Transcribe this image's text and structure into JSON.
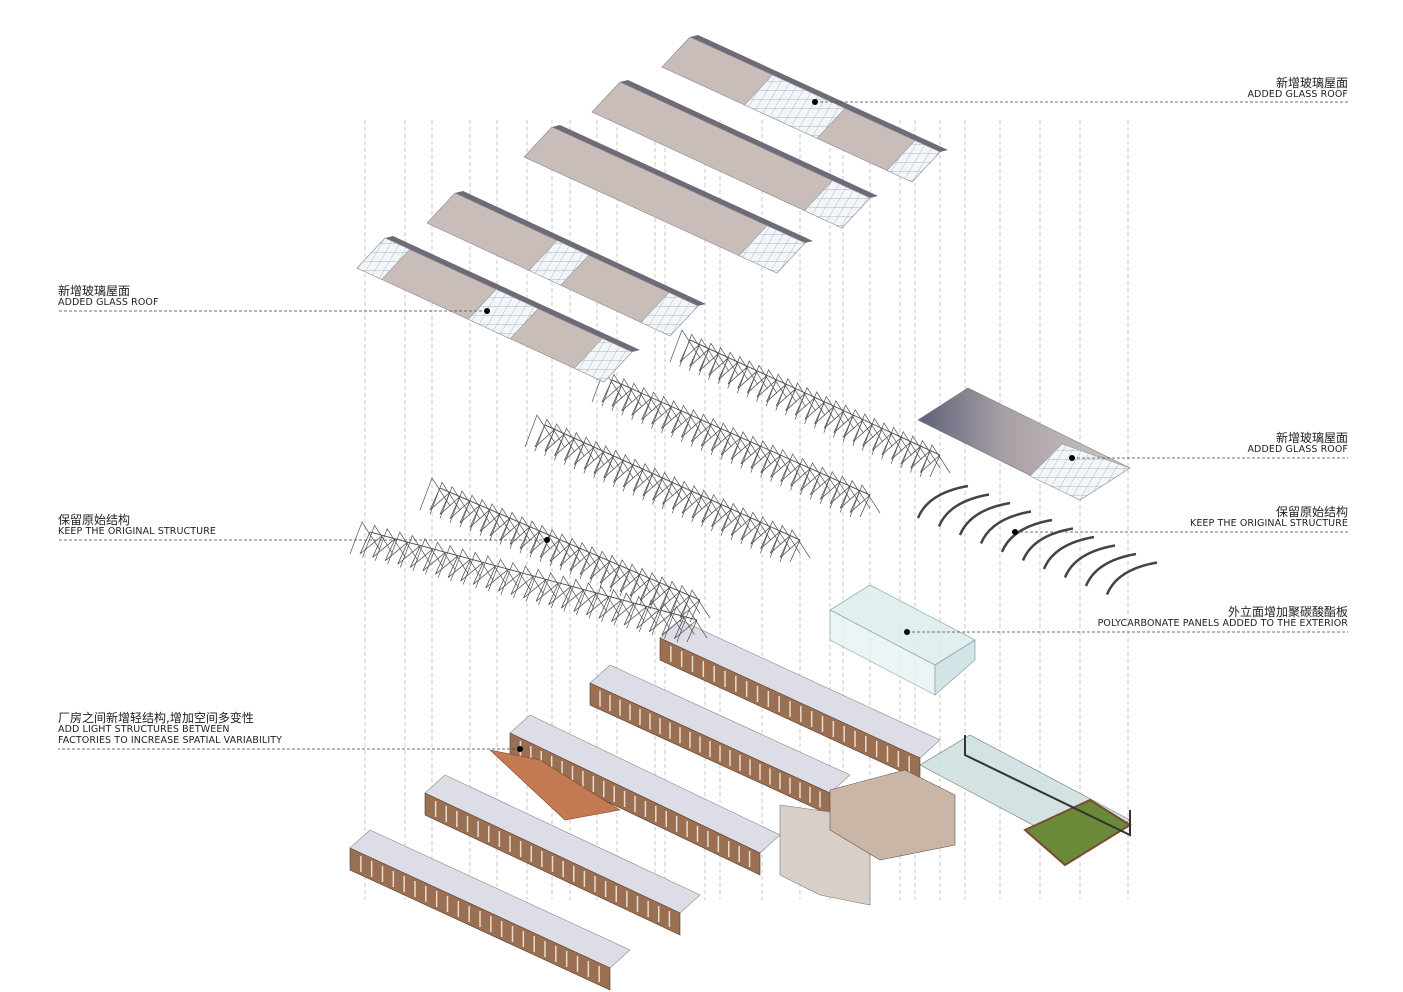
{
  "annotations": {
    "glass_roof_top_right": {
      "cn": "新增玻璃屋面",
      "en": "ADDED GLASS ROOF"
    },
    "glass_roof_left": {
      "cn": "新增玻璃屋面",
      "en": "ADDED GLASS ROOF"
    },
    "glass_roof_right": {
      "cn": "新增玻璃屋面",
      "en": "ADDED GLASS ROOF"
    },
    "structure_left": {
      "cn": "保留原始结构",
      "en": "KEEP THE ORIGINAL STRUCTURE"
    },
    "structure_right": {
      "cn": "保留原始结构",
      "en": "KEEP THE ORIGINAL STRUCTURE"
    },
    "polycarbonate": {
      "cn": "外立面增加聚碳酸酯板",
      "en": "POLYCARBONATE PANELS ADDED TO THE EXTERIOR"
    },
    "light_structures": {
      "cn": "厂房之间新增轻结构,增加空间多变性",
      "en_line1": "ADD LIGHT STRUCTURES BETWEEN",
      "en_line2": "FACTORIES TO INCREASE SPATIAL VARIABILITY"
    }
  },
  "colors": {
    "roof": "#c9bdba",
    "roof_dark": "#6e6a78",
    "glass": "#eef3f6",
    "truss": "#555555",
    "brick": "#9a6f52",
    "floor": "#dcdde6",
    "leader": "#444444"
  }
}
